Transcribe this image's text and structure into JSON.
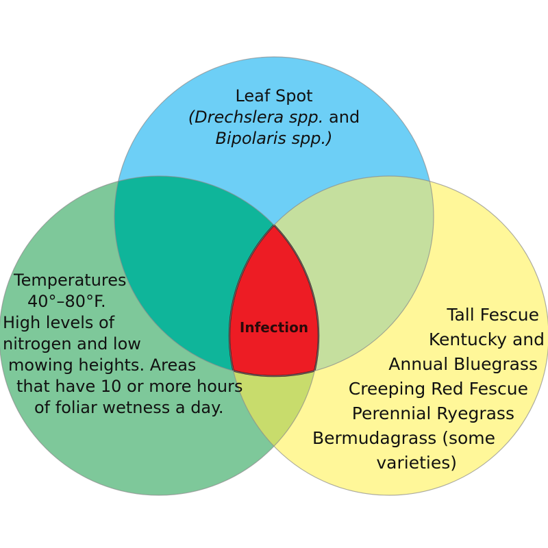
{
  "top_circle": {
    "title": "Leaf Spot",
    "pathogen_line1_italic": "(Drechslera spp.",
    "pathogen_line1_and": " and",
    "pathogen_line2_italic": "Bipolaris spp.)",
    "color": "#6dcff6"
  },
  "left_circle": {
    "lines": [
      "Temperatures",
      "40°–80°F.",
      "High levels of",
      "nitrogen and low",
      "mowing heights. Areas",
      "that have 10 or more hours",
      "of foliar wetness a day."
    ],
    "color": "#7ec89a"
  },
  "right_circle": {
    "lines": [
      "Tall Fescue",
      "Kentucky and",
      "Annual Bluegrass",
      "Creeping Red Fescue",
      "Perennial Ryegrass",
      "Bermudagrass (some",
      "varieties)"
    ],
    "color": "#fff799"
  },
  "overlaps": {
    "top_left": "#0fb59a",
    "top_right": "#c5df9e",
    "left_right": "#c8dc6c",
    "center_label": "Infection",
    "center_color": "#ed1c24"
  }
}
